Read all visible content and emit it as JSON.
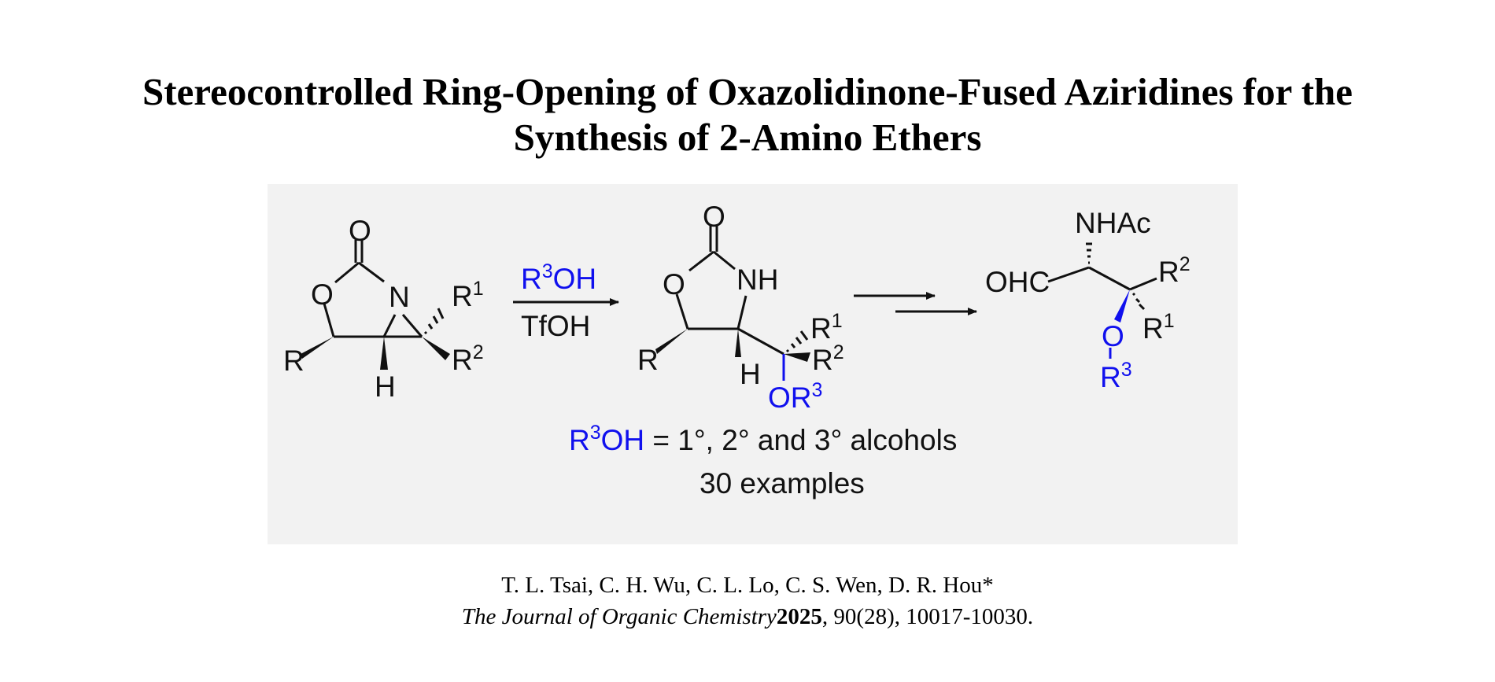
{
  "title": {
    "line1": "Stereocontrolled Ring-Opening of Oxazolidinone-Fused Aziridines for the",
    "line2": "Synthesis of 2-Amino Ethers"
  },
  "scheme": {
    "colors": {
      "blue": "#1010ee",
      "black": "#111111",
      "panel": "#f2f2f2"
    },
    "sm": {
      "o_carbonyl": "O",
      "o_ring": "O",
      "n": "N",
      "r": "R",
      "h": "H",
      "r1": "R",
      "r1_sup": "1",
      "r2": "R",
      "r2_sup": "2"
    },
    "arrow1": {
      "reagent_r": "R",
      "reagent_sup": "3",
      "reagent_oh": "OH",
      "acid": "TfOH"
    },
    "product": {
      "o_carbonyl": "O",
      "o_ring": "O",
      "nh": "NH",
      "r": "R",
      "h": "H",
      "r1": "R",
      "r1_sup": "1",
      "r2": "R",
      "r2_sup": "2",
      "or": "OR",
      "or_sup": "3"
    },
    "final": {
      "nhac": "NHAc",
      "ohc": "OHC",
      "r2": "R",
      "r2_sup": "2",
      "r1": "R",
      "r1_sup": "1",
      "o": "O",
      "r3": "R",
      "r3_sup": "3"
    },
    "note": {
      "r": "R",
      "sup": "3",
      "oh": "OH",
      "eq": " =  1°, 2° and 3° alcohols",
      "examples": "30 examples"
    }
  },
  "citation": {
    "authors": "T. L. Tsai, C. H. Wu, C. L. Lo, C. S. Wen, D. R. Hou*",
    "journal": "The Journal of Organic Chemistry",
    "year": "2025",
    "details": ", 90(28), 10017-10030."
  }
}
